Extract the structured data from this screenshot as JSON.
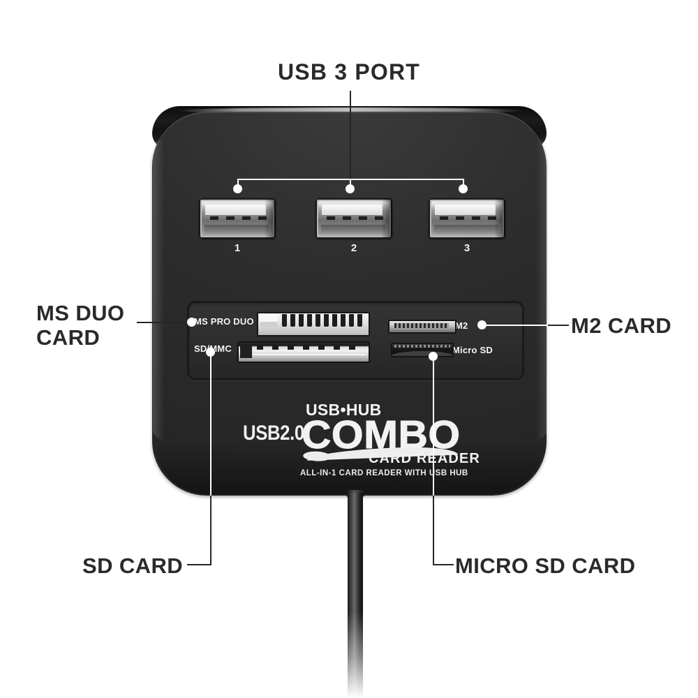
{
  "image": {
    "subject": "USB 2.0 combo card reader with 3-port USB hub",
    "background_color": "#ffffff",
    "body_color": "#2c2c2c",
    "annotation_color": "#2a2a2a",
    "leader_light_color": "#ffffff"
  },
  "callouts": {
    "usb3_port": "USB 3  PORT",
    "ms_duo_card": "MS DUO\nCARD",
    "m2_card": "M2 CARD",
    "sd_card": "SD CARD",
    "micro_sd_card": "MICRO SD CARD"
  },
  "usb_ports": [
    {
      "number": "1"
    },
    {
      "number": "2"
    },
    {
      "number": "3"
    }
  ],
  "slot_labels": {
    "ms_pro_duo": "MS PRO DUO",
    "sd_mmc": "SD/MMC",
    "m2": "M2",
    "micro_sd": "Micro SD"
  },
  "branding": {
    "usb_version": "USB2.0",
    "usb_hub": "USB•HUB",
    "combo": "COMBO",
    "card_reader": "CARD READER",
    "tagline": "ALL-IN-1 CARD READER WITH USB HUB"
  }
}
